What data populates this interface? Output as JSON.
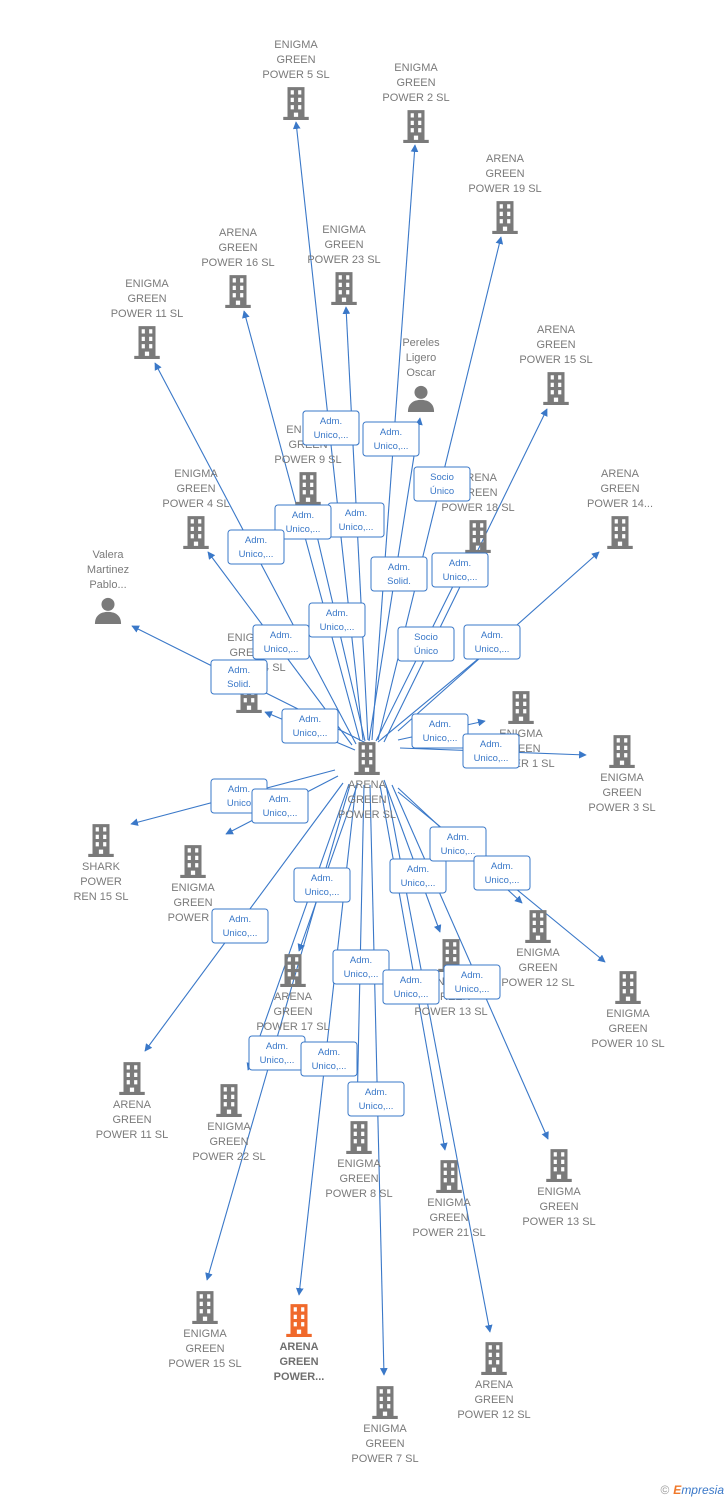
{
  "colors": {
    "edge": "#3a78c8",
    "node": "#7a7a7a",
    "highlight": "#f0692b",
    "text": "#7a7a7a"
  },
  "nodes": [
    {
      "id": "center",
      "type": "company",
      "label": [
        "ARENA",
        "GREEN",
        "POWER  SL"
      ]
    },
    {
      "id": "eg5",
      "type": "company",
      "label": [
        "ENIGMA",
        "GREEN",
        "POWER 5  SL"
      ]
    },
    {
      "id": "eg2",
      "type": "company",
      "label": [
        "ENIGMA",
        "GREEN",
        "POWER 2  SL"
      ]
    },
    {
      "id": "ag19",
      "type": "company",
      "label": [
        "ARENA",
        "GREEN",
        "POWER 19  SL"
      ]
    },
    {
      "id": "ag16",
      "type": "company",
      "label": [
        "ARENA",
        "GREEN",
        "POWER 16  SL"
      ]
    },
    {
      "id": "eg23",
      "type": "company",
      "label": [
        "ENIGMA",
        "GREEN",
        "POWER 23  SL"
      ]
    },
    {
      "id": "eg11",
      "type": "company",
      "label": [
        "ENIGMA",
        "GREEN",
        "POWER 11  SL"
      ]
    },
    {
      "id": "pereles",
      "type": "person",
      "label": [
        "Pereles",
        "Ligero",
        "Oscar"
      ]
    },
    {
      "id": "ag15",
      "type": "company",
      "label": [
        "ARENA",
        "GREEN",
        "POWER 15  SL"
      ]
    },
    {
      "id": "eg9",
      "type": "company",
      "label": [
        "ENIGMA",
        "GREEN",
        "POWER 9  SL"
      ]
    },
    {
      "id": "ag18",
      "type": "company",
      "label": [
        "ARENA",
        "GREEN",
        "POWER 18  SL"
      ]
    },
    {
      "id": "ag14",
      "type": "company",
      "label": [
        "ARENA",
        "GREEN",
        "POWER 14..."
      ]
    },
    {
      "id": "eg4",
      "type": "company",
      "label": [
        "ENIGMA",
        "GREEN",
        "POWER 4  SL"
      ]
    },
    {
      "id": "valera",
      "type": "person",
      "label": [
        "Valera",
        "Martinez",
        "Pablo..."
      ]
    },
    {
      "id": "eg14",
      "type": "company",
      "label": [
        "ENIGMA",
        "GREEN",
        "POWER 14  SL"
      ]
    },
    {
      "id": "eg1",
      "type": "company",
      "label": [
        "ENIGMA",
        "GREEN",
        "POWER 1  SL"
      ]
    },
    {
      "id": "eg3",
      "type": "company",
      "label": [
        "ENIGMA",
        "GREEN",
        "POWER 3  SL"
      ]
    },
    {
      "id": "shark15",
      "type": "company",
      "label": [
        "SHARK",
        "POWER",
        "REN 15  SL"
      ]
    },
    {
      "id": "eg6",
      "type": "company",
      "label": [
        "ENIGMA",
        "GREEN",
        "POWER 6"
      ]
    },
    {
      "id": "ag17",
      "type": "company",
      "label": [
        "ARENA",
        "GREEN",
        "POWER 17  SL"
      ]
    },
    {
      "id": "eg13a",
      "type": "company",
      "label": [
        "ENIGMA",
        "GREEN",
        "POWER 13  SL"
      ]
    },
    {
      "id": "eg12",
      "type": "company",
      "label": [
        "ENIGMA",
        "GREEN",
        "POWER 12  SL"
      ]
    },
    {
      "id": "eg10",
      "type": "company",
      "label": [
        "ENIGMA",
        "GREEN",
        "POWER 10  SL"
      ]
    },
    {
      "id": "ag11",
      "type": "company",
      "label": [
        "ARENA",
        "GREEN",
        "POWER 11  SL"
      ]
    },
    {
      "id": "eg22",
      "type": "company",
      "label": [
        "ENIGMA",
        "GREEN",
        "POWER 22  SL"
      ]
    },
    {
      "id": "eg8",
      "type": "company",
      "label": [
        "ENIGMA",
        "GREEN",
        "POWER 8  SL"
      ]
    },
    {
      "id": "eg21",
      "type": "company",
      "label": [
        "ENIGMA",
        "GREEN",
        "POWER 21  SL"
      ]
    },
    {
      "id": "eg13b",
      "type": "company",
      "label": [
        "ENIGMA",
        "GREEN",
        "POWER 13  SL"
      ]
    },
    {
      "id": "eg15",
      "type": "company",
      "label": [
        "ENIGMA",
        "GREEN",
        "POWER 15  SL"
      ]
    },
    {
      "id": "agp",
      "type": "company",
      "highlight": true,
      "label": [
        "ARENA",
        "GREEN",
        "POWER..."
      ]
    },
    {
      "id": "ag12",
      "type": "company",
      "label": [
        "ARENA",
        "GREEN",
        "POWER 12  SL"
      ]
    },
    {
      "id": "eg7",
      "type": "company",
      "label": [
        "ENIGMA",
        "GREEN",
        "POWER 7  SL"
      ]
    }
  ],
  "edges": [
    {
      "from": "center",
      "to": "eg5",
      "label": [
        "Adm.",
        "Unico,..."
      ]
    },
    {
      "from": "center",
      "to": "eg2",
      "label": [
        "Adm.",
        "Unico,..."
      ]
    },
    {
      "from": "center",
      "to": "ag19",
      "label": [
        "Adm.",
        "Unico,..."
      ]
    },
    {
      "from": "center",
      "to": "ag16",
      "label": [
        "Adm.",
        "Unico,..."
      ]
    },
    {
      "from": "center",
      "to": "eg23",
      "label": [
        "Adm.",
        "Unico,..."
      ]
    },
    {
      "from": "center",
      "to": "eg11",
      "label": [
        "Adm.",
        "Unico,..."
      ]
    },
    {
      "from": "pereles",
      "to": "center",
      "label": [
        "Socio",
        "Único"
      ]
    },
    {
      "from": "center",
      "to": "ag15",
      "label": [
        "Adm.",
        "Unico,..."
      ]
    },
    {
      "from": "center",
      "to": "eg9",
      "label": [
        "Adm.",
        "Unico,..."
      ]
    },
    {
      "from": "center",
      "to": "ag18",
      "label": [
        "Adm.",
        "Solid."
      ]
    },
    {
      "from": "center",
      "to": "ag14",
      "label": [
        "Adm.",
        "Unico,..."
      ]
    },
    {
      "from": "center",
      "to": "eg4",
      "label": [
        "Adm.",
        "Unico,..."
      ]
    },
    {
      "from": "valera",
      "to": "center",
      "label": [
        "Adm.",
        "Solid."
      ]
    },
    {
      "from": "center",
      "to": "eg14",
      "label": [
        "Adm.",
        "Unico,..."
      ]
    },
    {
      "from": "center",
      "to": "eg1",
      "label": [
        "Adm.",
        "Unico,..."
      ]
    },
    {
      "from": "center",
      "to": "eg3",
      "label": [
        "Adm.",
        "Unico,..."
      ]
    },
    {
      "from": "center",
      "to": "shark15",
      "label": [
        "Adm.",
        "Unico"
      ]
    },
    {
      "from": "center",
      "to": "eg6",
      "label": [
        "Adm.",
        "Unico,..."
      ]
    },
    {
      "from": "center",
      "to": "ag17",
      "label": [
        "Adm.",
        "Unico,..."
      ]
    },
    {
      "from": "center",
      "to": "eg13a",
      "label": [
        "Adm.",
        "Unico,..."
      ]
    },
    {
      "from": "center",
      "to": "eg12",
      "label": [
        "Adm.",
        "Unico,..."
      ]
    },
    {
      "from": "center",
      "to": "eg10",
      "label": [
        "Adm.",
        "Unico,..."
      ]
    },
    {
      "from": "center",
      "to": "ag11",
      "label": [
        "Adm.",
        "Unico,..."
      ]
    },
    {
      "from": "center",
      "to": "eg22",
      "label": [
        "Adm.",
        "Unico,..."
      ]
    },
    {
      "from": "center",
      "to": "eg8",
      "label": [
        "Adm.",
        "Unico,..."
      ]
    },
    {
      "from": "center",
      "to": "eg21",
      "label": [
        "Adm.",
        "Unico,..."
      ]
    },
    {
      "from": "center",
      "to": "eg13b",
      "label": [
        "Adm.",
        "Unico,..."
      ]
    },
    {
      "from": "center",
      "to": "eg15",
      "label": []
    },
    {
      "from": "center",
      "to": "agp",
      "label": [
        "Adm.",
        "Unico,..."
      ]
    },
    {
      "from": "center",
      "to": "ag12",
      "label": []
    },
    {
      "from": "center",
      "to": "eg7",
      "label": [
        "Adm.",
        "Unico,..."
      ]
    },
    {
      "from": "center",
      "to": "eg1",
      "label": [
        "Socio",
        "Único"
      ]
    }
  ],
  "credit": {
    "symbol": "©",
    "brand_initial": "E",
    "brand_rest": "mpresia"
  }
}
